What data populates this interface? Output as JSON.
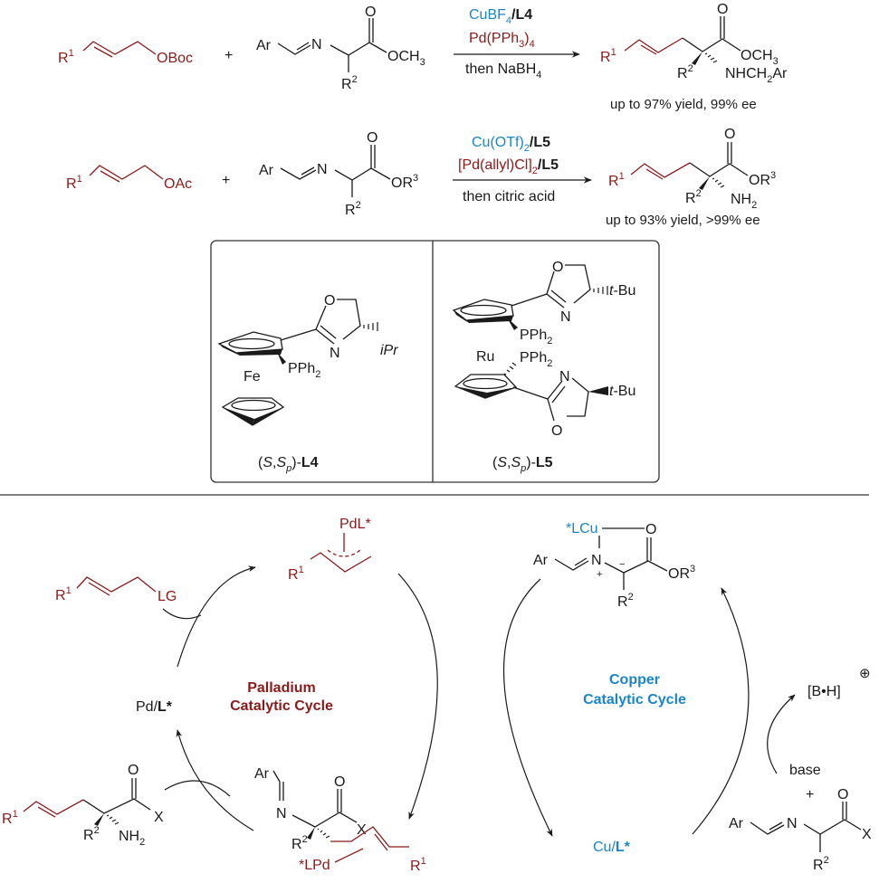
{
  "reaction1": {
    "reactant1": {
      "r": "R",
      "r_sup": "1",
      "lg": "OBoc"
    },
    "plus": "+",
    "reactant2": {
      "ar": "Ar",
      "n": "N",
      "o": "O",
      "ester": "OCH",
      "ester_sub": "3",
      "r2": "R",
      "r2_sup": "2"
    },
    "conditions": {
      "cu_cat": "CuBF",
      "cu_sub": "4",
      "cu_lig": "/L4",
      "pd_cat": "Pd(PPh",
      "pd_sub1": "3",
      "pd_close": ")",
      "pd_sub2": "4",
      "workup": "then NaBH",
      "workup_sub": "4"
    },
    "product": {
      "r": "R",
      "r_sup": "1",
      "o": "O",
      "ester": "OCH",
      "ester_sub": "3",
      "r2": "R",
      "r2_sup": "2",
      "amine": "NHCH",
      "amine_sub": "2",
      "amine_end": "Ar"
    },
    "result": "up to 97% yield, 99% ee"
  },
  "reaction2": {
    "reactant1": {
      "r": "R",
      "r_sup": "1",
      "lg": "OAc"
    },
    "plus": "+",
    "reactant2": {
      "ar": "Ar",
      "n": "N",
      "o": "O",
      "ester": "OR",
      "ester_sup": "3",
      "r2": "R",
      "r2_sup": "2"
    },
    "conditions": {
      "cu_cat": "Cu(OTf)",
      "cu_sub": "2",
      "cu_lig": "/L5",
      "pd_cat": "[Pd(allyl)Cl]",
      "pd_sub": "2",
      "pd_lig": "/L5",
      "workup": "then citric acid"
    },
    "product": {
      "r": "R",
      "r_sup": "1",
      "o": "O",
      "ester": "OR",
      "ester_sup": "3",
      "r2": "R",
      "r2_sup": "2",
      "amine": "NH",
      "amine_sub": "2"
    },
    "result": "up to 93% yield, >99% ee"
  },
  "ligands": {
    "l4": {
      "metal": "Fe",
      "o": "O",
      "n": "N",
      "sub": "iPr",
      "p": "PPh",
      "p_sub": "2",
      "label_pre": "(",
      "label_s": "S",
      "label_comma": ",",
      "label_sp": "S",
      "label_sp_sub": "p",
      "label_close": ")-",
      "label_bold": "L4"
    },
    "l5": {
      "metal": "Ru",
      "o": "O",
      "n": "N",
      "sub": "t",
      "sub_rest": "-Bu",
      "p": "PPh",
      "p_sub": "2",
      "label_pre": "(",
      "label_s": "S",
      "label_comma": ",",
      "label_sp": "S",
      "label_sp_sub": "p",
      "label_close": ")-",
      "label_bold": "L5"
    }
  },
  "cycle": {
    "allyl_substrate": {
      "r": "R",
      "r_sup": "1",
      "lg": "LG"
    },
    "pi_allyl": {
      "pd": "PdL*",
      "r": "R",
      "r_sup": "1"
    },
    "pd_catalyst": {
      "pd": "Pd/",
      "l": "L*"
    },
    "pd_cycle_title": [
      "Palladium",
      "Catalytic Cycle"
    ],
    "cu_enolate": {
      "cu": "*LCu",
      "o": "O",
      "ar": "Ar",
      "n": "N",
      "plus": "+",
      "minus": "−",
      "ester": "OR",
      "ester_sup": "3",
      "r2": "R",
      "r2_sup": "2"
    },
    "cu_cycle_title": [
      "Copper",
      "Catalytic Cycle"
    ],
    "conjugate_acid": {
      "text": "[B•H]",
      "charge": "⊕"
    },
    "base": "base",
    "base_plus": "+",
    "imine_ester": {
      "ar": "Ar",
      "n": "N",
      "o": "O",
      "x": "X",
      "r2": "R",
      "r2_sup": "2"
    },
    "cu_catalyst": {
      "cu": "Cu/",
      "l": "L*"
    },
    "intermediate": {
      "ar": "Ar",
      "n": "N",
      "o": "O",
      "x": "X",
      "r2": "R",
      "r2_sup": "2",
      "pd": "*LPd",
      "r1": "R",
      "r1_sup": "1"
    },
    "product": {
      "r": "R",
      "r_sup": "1",
      "o": "O",
      "x": "X",
      "r2": "R",
      "r2_sup": "2",
      "amine": "NH",
      "amine_sub": "2"
    }
  },
  "colors": {
    "palladium": "#8b1a1a",
    "copper": "#1a86c8",
    "ink": "#1a1a1a"
  }
}
